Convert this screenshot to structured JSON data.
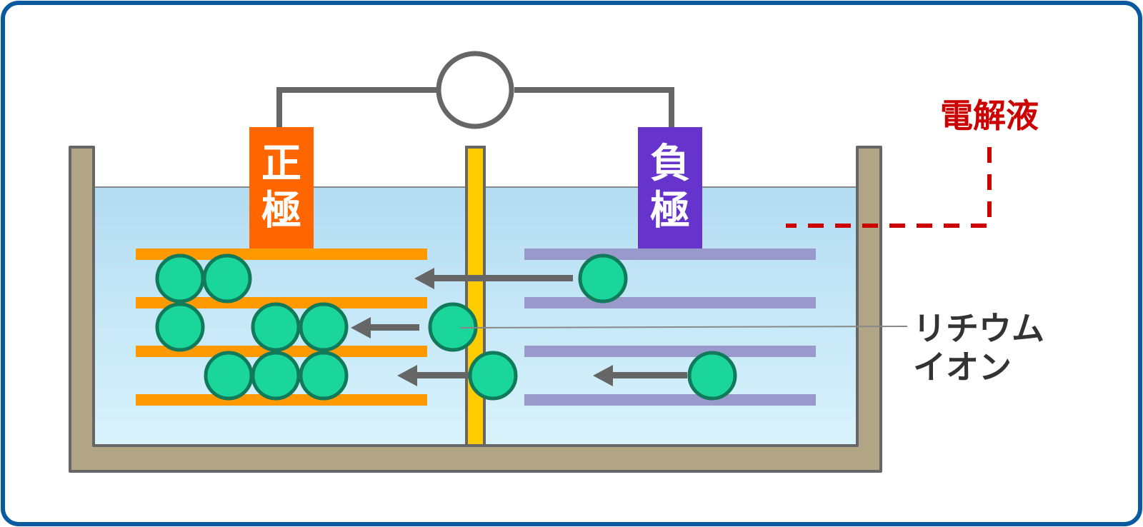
{
  "labels": {
    "positive_line1": "正",
    "positive_line2": "極",
    "negative_line1": "負",
    "negative_line2": "極",
    "electrolyte": "電解液",
    "lithium_ion_line1": "リチウム",
    "lithium_ion_line2": "イオン"
  },
  "colors": {
    "frame_border": "#0a5aa0",
    "container": "#b2a586",
    "container_outline": "#666666",
    "electrolyte_top": "#b3dcf2",
    "electrolyte_bottom": "#d9f3fc",
    "separator": "#ffcc00",
    "positive_electrode": "#ff6600",
    "negative_electrode": "#6633cc",
    "positive_layer": "#ff9900",
    "negative_layer": "#9999cc",
    "ion_fill": "#1ad69b",
    "ion_stroke": "#117a5a",
    "arrow": "#666666",
    "electrolyte_label": "#cc0000",
    "ion_label": "#333333",
    "wire": "#666666"
  },
  "icons": {
    "load": "circle-load-icon",
    "arrow": "left-arrow-icon"
  }
}
